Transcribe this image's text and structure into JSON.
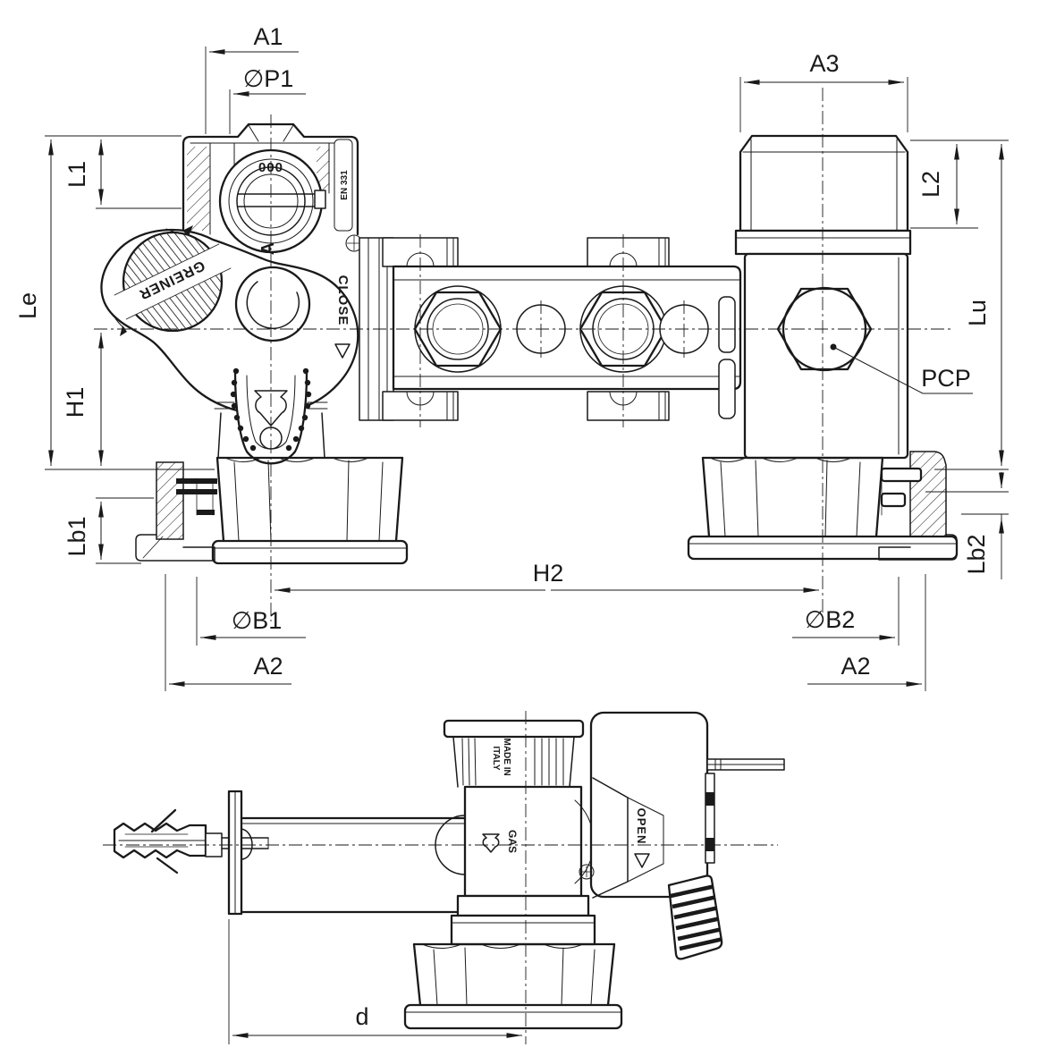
{
  "drawing": {
    "kind": "valve-technical-drawing",
    "dimension_labels": {
      "a1": "A1",
      "p1": "∅P1",
      "a3": "A3",
      "l1": "L1",
      "l2": "L2",
      "le": "Le",
      "lu": "Lu",
      "h1": "H1",
      "h2": "H2",
      "lb1": "Lb1",
      "lb2": "Lb2",
      "b1": "∅B1",
      "b2": "∅B2",
      "a2_left": "A2",
      "a2_right": "A2",
      "d": "d",
      "pcp": "PCP"
    },
    "markings": {
      "brand": "GREINER",
      "close": "CLOSE",
      "open": "OPEN",
      "gas": "GAS",
      "made_in_line1": "MADE IN",
      "made_in_line2": "ITALY",
      "standard": "EN 331",
      "dial": "000",
      "port": "A"
    },
    "colors": {
      "line": "#1a1a1a",
      "background": "#ffffff"
    }
  }
}
